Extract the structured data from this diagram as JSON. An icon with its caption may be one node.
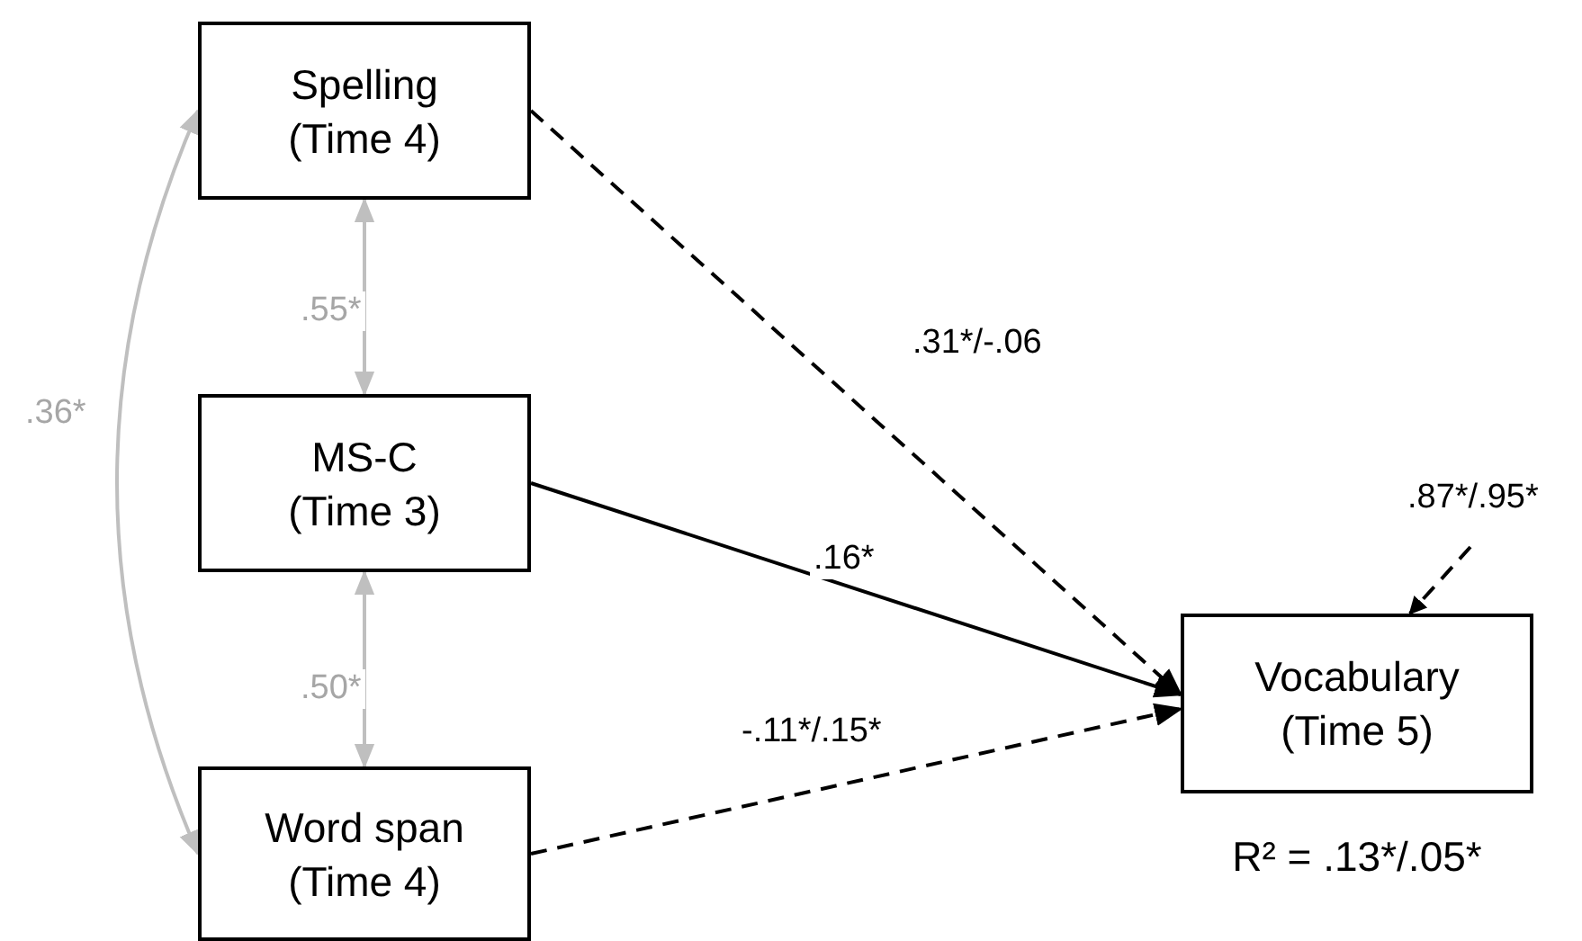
{
  "diagram": {
    "nodes": [
      {
        "text": [
          "Spelling",
          "(Time 4)"
        ]
      },
      {
        "text": [
          "MS-C",
          "(Time 3)"
        ]
      },
      {
        "text": [
          "Word span",
          "(Time 4)"
        ]
      },
      {
        "text": [
          "Vocabulary",
          "(Time 5)"
        ],
        "beside": [
          "R² = .13*/.05*"
        ]
      }
    ],
    "edges": [
      {
        "from": 0,
        "to": 3,
        "arrow": "to",
        "label": ".31*/-.06",
        "style": "dashed"
      },
      {
        "from": 1,
        "to": 3,
        "arrow": "to",
        "label": ".16*"
      },
      {
        "from": 2,
        "to": 3,
        "arrow": "to",
        "label": "-.11*/.15*",
        "style": "dashed"
      },
      {
        "from": 0,
        "to": 1,
        "arrow": "both",
        "label": ".55*",
        "color": "#bfbfbf"
      },
      {
        "from": 1,
        "to": 2,
        "arrow": "both",
        "label": ".50*",
        "color": "#bfbfbf"
      },
      {
        "from": 0,
        "to": 2,
        "arrow": "both",
        "label": ".36*",
        "color": "#bfbfbf"
      },
      {
        "from": null,
        "to": 3,
        "arrow": "to",
        "label": ".87*/.95*",
        "style": "dashed"
      }
    ]
  }
}
